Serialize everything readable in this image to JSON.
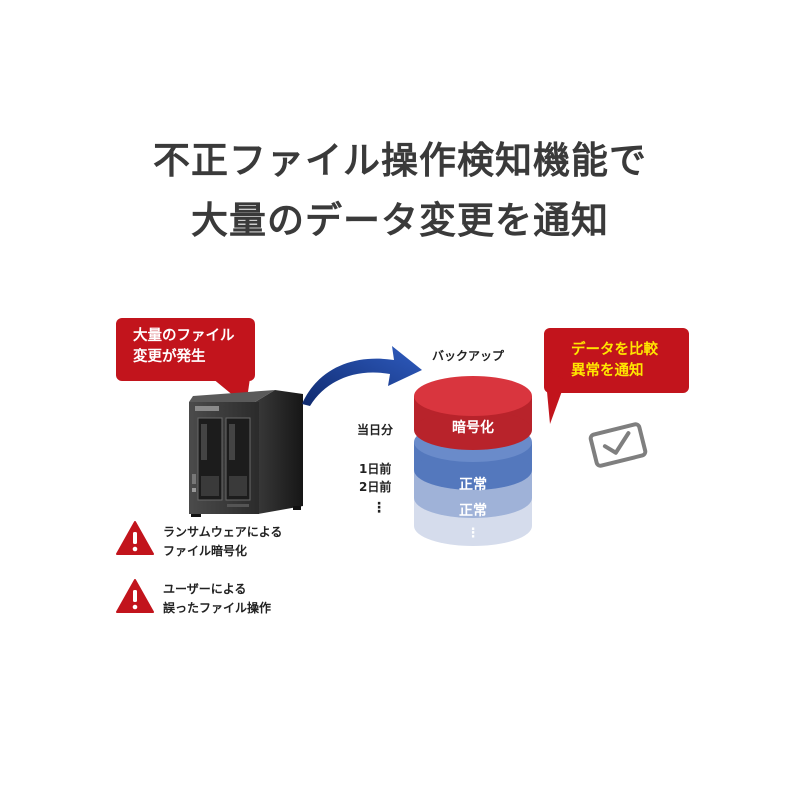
{
  "title": {
    "line1": "不正ファイル操作検知機能で",
    "line2": "大量のデータ変更を通知"
  },
  "callout_left": {
    "line1": "大量のファイル",
    "line2": "変更が発生"
  },
  "callout_right": {
    "line1": "データを比較",
    "line2": "異常を通知"
  },
  "backup_label": "バックアップ",
  "day_labels": {
    "today": "当日分",
    "one_day_ago": "1日前",
    "two_days_ago": "2日前",
    "more": "⋮"
  },
  "disk_layers": {
    "top": "暗号化",
    "middle": "正常",
    "bottom": "正常",
    "more": "⋮"
  },
  "warnings": [
    {
      "line1": "ランサムウェアによる",
      "line2": "ファイル暗号化"
    },
    {
      "line1": "ユーザーによる",
      "line2": "誤ったファイル操作"
    }
  ],
  "icons": {
    "nas": "nas-device-icon",
    "arrow": "curved-arrow-icon",
    "mail": "mail-check-icon",
    "warning": "warning-icon"
  },
  "colors": {
    "accent_red": "#c2141c",
    "callout_highlight": "#ffe600",
    "arrow_blue": "#1a3f96",
    "layer_red": "#cc2e37",
    "layer_blue": "#5478bd",
    "layer_light": "#d5dcec"
  }
}
